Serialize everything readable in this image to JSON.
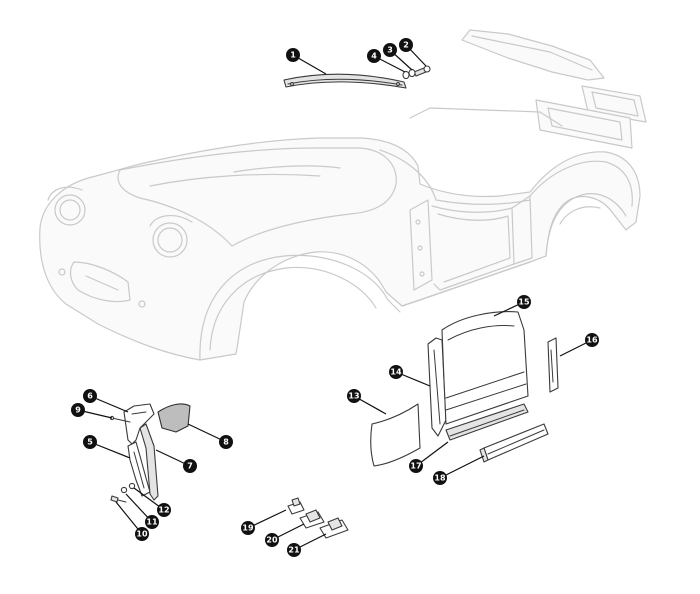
{
  "callouts": [
    {
      "id": "c1",
      "label": "1"
    },
    {
      "id": "c2",
      "label": "2"
    },
    {
      "id": "c3",
      "label": "3"
    },
    {
      "id": "c4",
      "label": "4"
    },
    {
      "id": "c5",
      "label": "5"
    },
    {
      "id": "c6",
      "label": "6"
    },
    {
      "id": "c7",
      "label": "7"
    },
    {
      "id": "c8",
      "label": "8"
    },
    {
      "id": "c9",
      "label": "9"
    },
    {
      "id": "c10",
      "label": "10"
    },
    {
      "id": "c11",
      "label": "11"
    },
    {
      "id": "c12",
      "label": "12"
    },
    {
      "id": "c13",
      "label": "13"
    },
    {
      "id": "c14",
      "label": "14"
    },
    {
      "id": "c15",
      "label": "15"
    },
    {
      "id": "c16",
      "label": "16"
    },
    {
      "id": "c17",
      "label": "17"
    },
    {
      "id": "c18",
      "label": "18"
    },
    {
      "id": "c19",
      "label": "19"
    },
    {
      "id": "c20",
      "label": "20"
    },
    {
      "id": "c21",
      "label": "21"
    }
  ]
}
